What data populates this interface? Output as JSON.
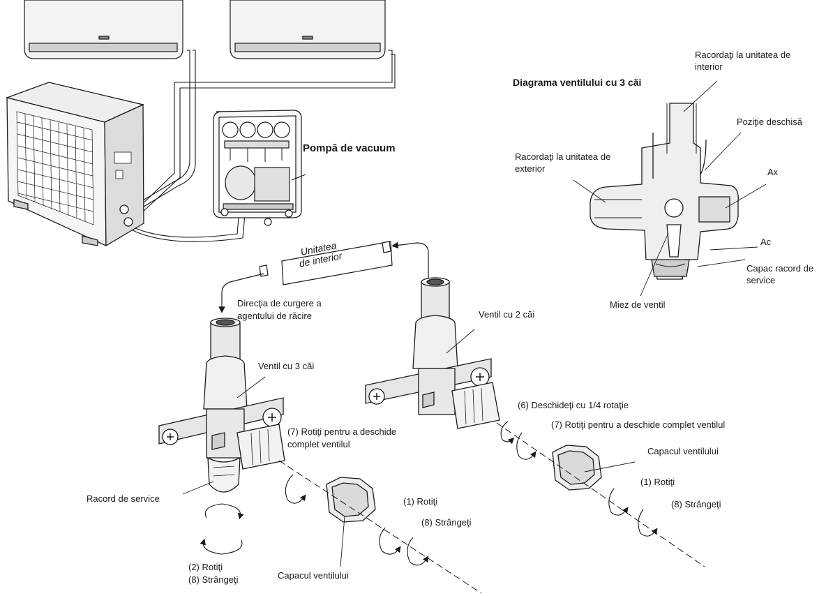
{
  "labels": {
    "pump": "Pompă de vacuum",
    "diagram_title": "Diagrama ventilului cu 3 căi",
    "connect_indoor": "Racordaţi la unitatea de interior",
    "open_position": "Poziţie deschisă",
    "connect_outdoor": "Racordaţi la unitatea de exterior",
    "shaft": "Ax",
    "needle": "Ac",
    "service_cap": "Capac racord de service",
    "valve_core": "Miez de ventil",
    "indoor_unit_line1": "Unitatea",
    "indoor_unit_line2": "de interior",
    "flow_line1": "Direcţia de curgere a",
    "flow_line2": "agentului de răcire",
    "valve_2way": "Ventil cu 2 căi",
    "valve_3way": "Ventil cu 3 căi",
    "open_quarter": "(6) Deschideţi cu 1/4 rotaţie",
    "rotate_open_right": "(7) Rotiţi pentru a deschide complet ventilul",
    "rotate_open_left_line1": "(7) Rotiţi pentru a deschide",
    "rotate_open_left_line2": "complet ventilul",
    "valve_cap_right": "Capacul ventilului",
    "rotate_right": "(1) Rotiţi",
    "tighten_right": "(8) Strângeţi",
    "service_port": "Racord de service",
    "rotate_mid": "(1) Rotiţi",
    "tighten_mid": "(8) Strângeţi",
    "rotate_bottom": "(2) Rotiţi",
    "tighten_bottom": "(8) Strângeţi",
    "valve_cap_bottom": "Capacul ventilului"
  },
  "colors": {
    "line": "#1a1a1a",
    "unit_fill": "#f3f3f3",
    "unit_shade": "#d8d8d8",
    "metal": "#e6e6e6"
  }
}
